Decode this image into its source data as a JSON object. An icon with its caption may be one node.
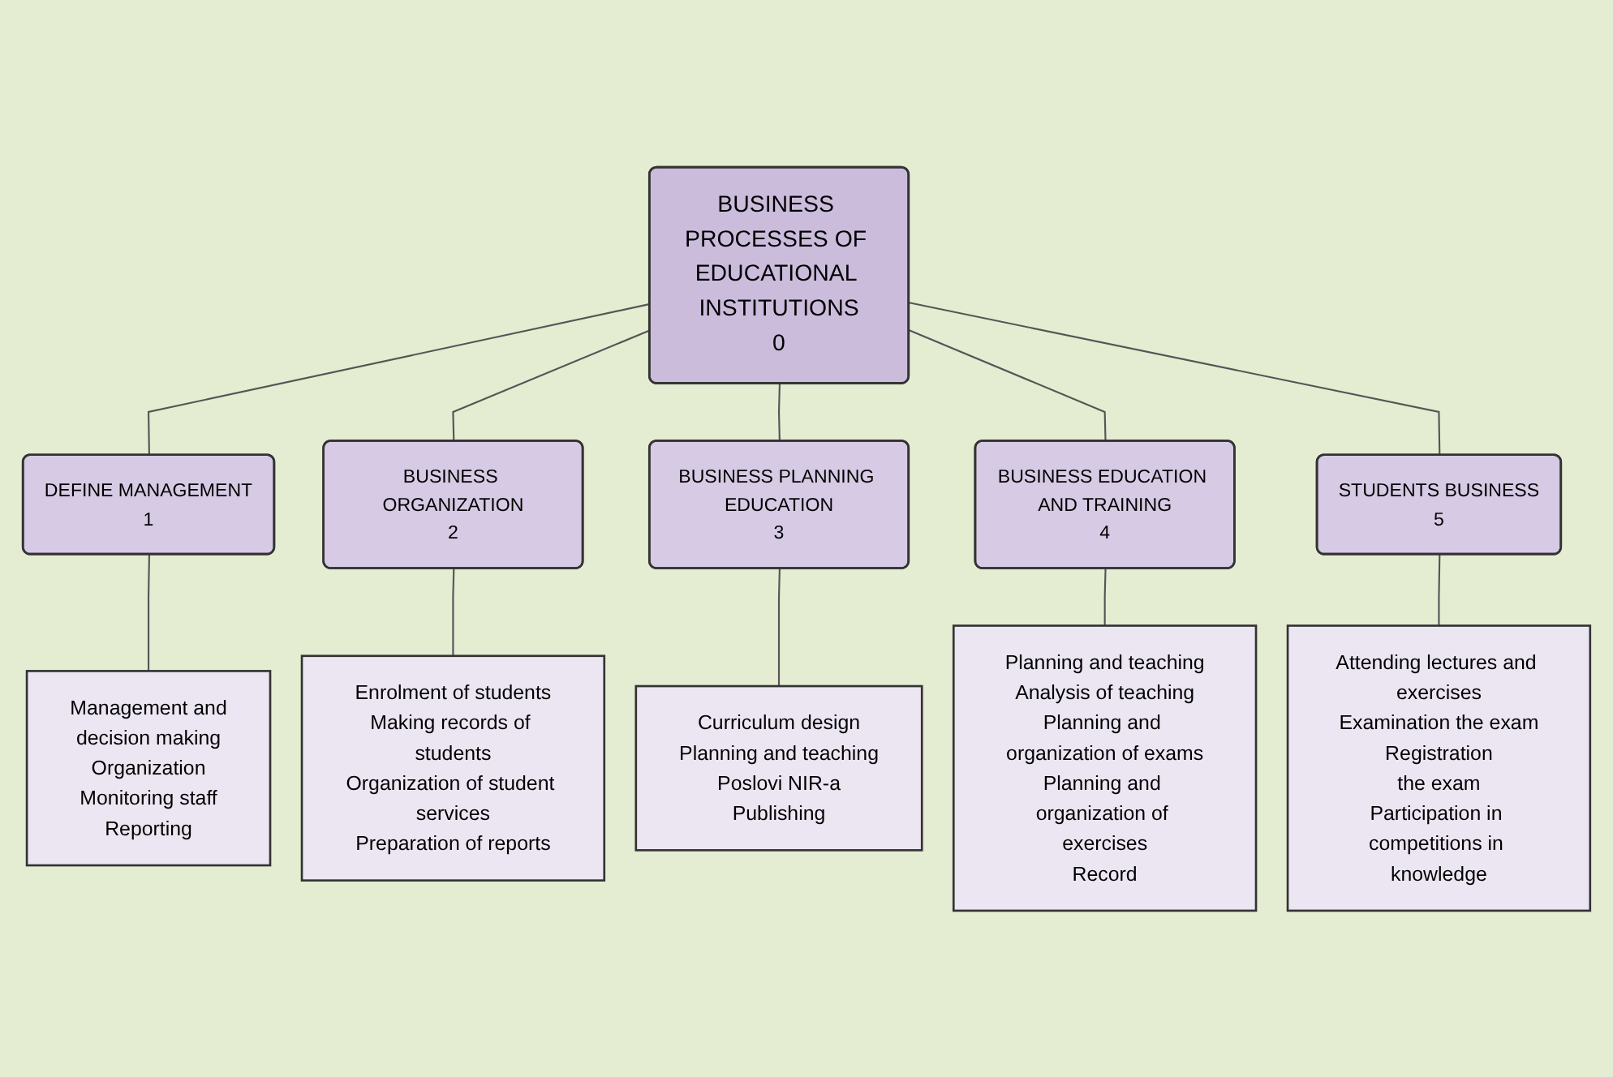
{
  "diagram": {
    "nodes": [
      {
        "text": [
          "BUSINESS PROCESSES OF EDUCATIONAL INSTITUTIONS",
          "0"
        ]
      },
      {
        "text": [
          "DEFINE MANAGEMENT",
          "1"
        ]
      },
      {
        "text": [
          "BUSINESS ORGANIZATION",
          "2"
        ]
      },
      {
        "text": [
          "BUSINESS PLANNING EDUCATION",
          "3"
        ]
      },
      {
        "text": [
          "BUSINESS EDUCATION AND TRAINING",
          "4"
        ]
      },
      {
        "text": [
          "STUDENTS BUSINESS",
          "5"
        ]
      },
      {
        "text": [
          "Management and",
          "decision making",
          "Organization",
          "Monitoring staff",
          "Reporting"
        ]
      },
      {
        "text": [
          "Enrolment of students",
          "Making records of students",
          "Organization of student services",
          "Preparation of reports"
        ]
      },
      {
        "text": [
          "Curriculum design",
          "Planning and teaching",
          "Poslovi NIR-a",
          "Publishing"
        ]
      },
      {
        "text": [
          "Planning and teaching",
          "Analysis of teaching",
          "Planning and organization of exams",
          "Planning and organization of exercises",
          "Record"
        ]
      },
      {
        "text": [
          "Attending lectures and exercises",
          "Examination the exam",
          "Registration",
          "the exam",
          "Participation in competitions in knowledge"
        ]
      }
    ],
    "edges": [
      {
        "from": 0,
        "to": 1,
        "arrow": "none"
      },
      {
        "from": 0,
        "to": 2,
        "arrow": "none"
      },
      {
        "from": 0,
        "to": 3,
        "arrow": "none"
      },
      {
        "from": 0,
        "to": 4,
        "arrow": "none"
      },
      {
        "from": 0,
        "to": 5,
        "arrow": "none"
      },
      {
        "from": 1,
        "to": 6,
        "arrow": "none"
      },
      {
        "from": 2,
        "to": 7,
        "arrow": "none"
      },
      {
        "from": 3,
        "to": 8,
        "arrow": "none"
      },
      {
        "from": 4,
        "to": 9,
        "arrow": "none"
      },
      {
        "from": 5,
        "to": 10,
        "arrow": "none"
      }
    ]
  }
}
